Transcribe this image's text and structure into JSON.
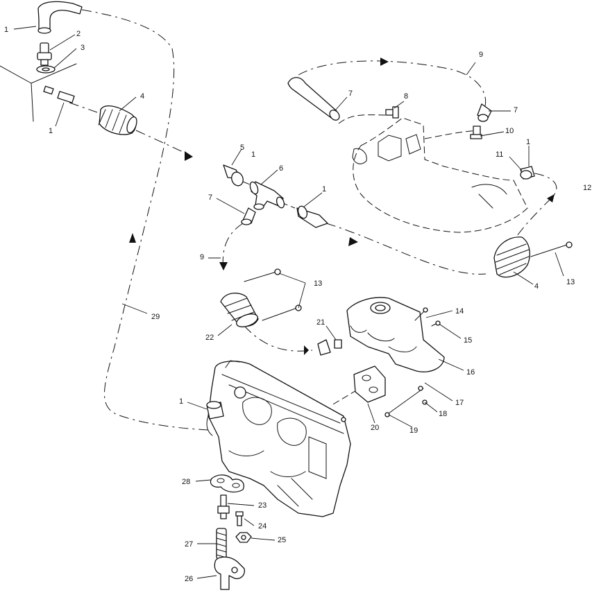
{
  "callouts": [
    "1",
    "2",
    "3",
    "4",
    "5",
    "6",
    "7",
    "8",
    "9",
    "10",
    "11",
    "12",
    "13",
    "14",
    "15",
    "16",
    "17",
    "18",
    "19",
    "20",
    "21",
    "22",
    "23",
    "24",
    "25",
    "26",
    "27",
    "28",
    "29"
  ],
  "labels": {
    "l1a": "1",
    "l2": "2",
    "l3": "3",
    "l1b": "1",
    "l4a": "4",
    "l5": "5",
    "l1c": "1",
    "l6": "6",
    "l7a": "7",
    "l1d": "1",
    "l9a": "9",
    "l7b": "7",
    "l8": "8",
    "l7c": "7",
    "l10": "10",
    "l1e": "1",
    "l11": "11",
    "l12": "12",
    "l4b": "4",
    "l13a": "13",
    "l13b": "13",
    "l9b": "9",
    "l29": "29",
    "l22": "22",
    "l21": "21",
    "l14": "14",
    "l15": "15",
    "l16": "16",
    "l17": "17",
    "l18": "18",
    "l19": "19",
    "l20": "20",
    "l1f": "1",
    "l28": "28",
    "l23": "23",
    "l24": "24",
    "l25": "25",
    "l27": "27",
    "l26": "26"
  }
}
